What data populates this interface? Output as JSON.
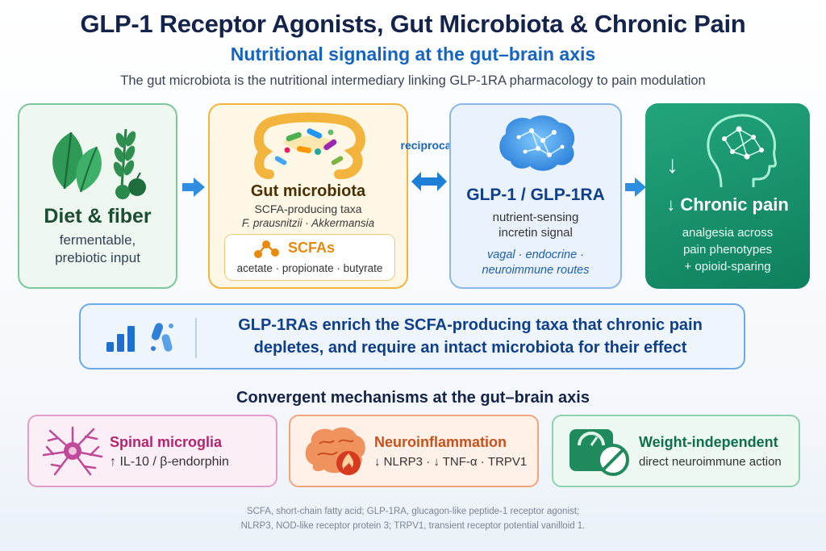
{
  "header": {
    "title": "GLP-1 Receptor Agonists, Gut Microbiota & Chronic Pain",
    "subtitle": "Nutritional signaling at the gut–brain axis",
    "tagline": "The gut microbiota is the nutritional intermediary linking GLP-1RA pharmacology to pain modulation"
  },
  "flow": {
    "diet": {
      "title": "Diet & fiber",
      "line1": "fermentable,",
      "line2": "prebiotic input"
    },
    "gut": {
      "title": "Gut microbiota",
      "desc": "SCFA-producing taxa",
      "taxa": "F. prausnitzii · Akkermansia",
      "scfa_title": "SCFAs",
      "scfa_list": "acetate · propionate · butyrate"
    },
    "reciprocal_label": "reciprocal",
    "glp": {
      "title": "GLP-1 / GLP-1RA",
      "line1": "nutrient-sensing",
      "line2": "incretin signal",
      "routes1": "vagal · endocrine ·",
      "routes2": "neuroimmune routes"
    },
    "pain": {
      "title": "↓ Chronic pain",
      "line1": "analgesia across",
      "line2": "pain phenotypes",
      "line3": "+ opioid-sparing",
      "down_arrow": "↓"
    }
  },
  "banner": {
    "line1": "GLP-1RAs enrich the SCFA-producing taxa that chronic pain",
    "line2": "depletes, and require an intact microbiota for their effect"
  },
  "mechanisms": {
    "title": "Convergent mechanisms at the gut–brain axis",
    "items": [
      {
        "title": "Spinal microglia",
        "detail": "↑ IL-10 / β-endorphin",
        "icon": "microglia-icon",
        "color": "#b5246e"
      },
      {
        "title": "Neuroinflammation",
        "detail": "↓ NLRP3 · ↓ TNF-α · TRPV1",
        "icon": "inflamed-brain-icon",
        "color": "#c8511b"
      },
      {
        "title": "Weight-independent",
        "detail": "direct neuroimmune action",
        "icon": "scale-no-icon",
        "color": "#0f6f4c"
      }
    ]
  },
  "footnote": {
    "line1": "SCFA, short-chain fatty acid; GLP-1RA, glucagon-like peptide-1 receptor agonist;",
    "line2": "NLRP3, NOD-like receptor protein 3; TRPV1, transient receptor potential vanilloid 1."
  },
  "colors": {
    "title": "#14234a",
    "accent_blue": "#1565c0",
    "diet_green": "#1d5e3a",
    "gut_amber": "#7a4a00",
    "scfa_orange": "#e8890c",
    "pain_green": "#128a64"
  }
}
